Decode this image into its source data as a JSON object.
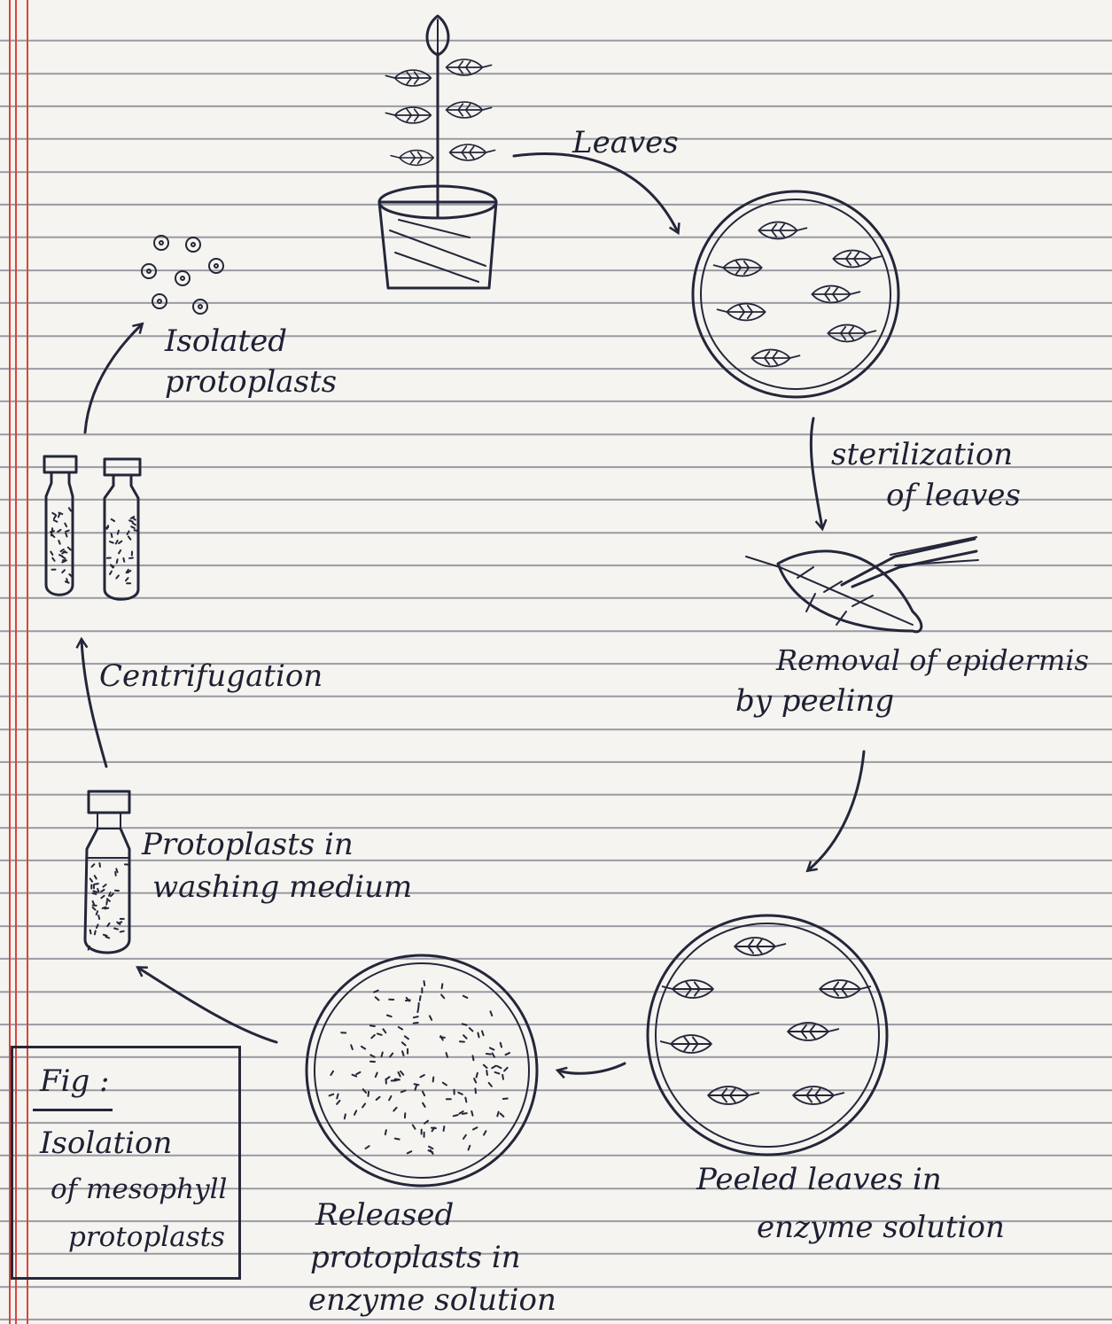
{
  "labels": {
    "leaves": "Leaves",
    "sterilization_line1": "sterilization",
    "sterilization_line2": "of leaves",
    "removal_line1": "Removal of epidermis",
    "removal_line2": "by peeling",
    "peeled_line1": "Peeled leaves in",
    "peeled_line2": "enzyme solution",
    "released_line1": "Released",
    "released_line2": "protoplasts in",
    "released_line3": "enzyme solution",
    "washing_line1": "Protoplasts in",
    "washing_line2": "washing medium",
    "centrifugation": "Centrifugation",
    "isolated_line1": "Isolated",
    "isolated_line2": "protoplasts"
  },
  "figure_caption": {
    "prefix": "Fig :",
    "line1": "Isolation",
    "line2": "of mesophyll",
    "line3": "protoplasts"
  },
  "colors": {
    "ink": "#24263a",
    "paper": "#f5f4f0",
    "rule_line": "#9a9aa3",
    "margin_line": "#d9453c"
  }
}
